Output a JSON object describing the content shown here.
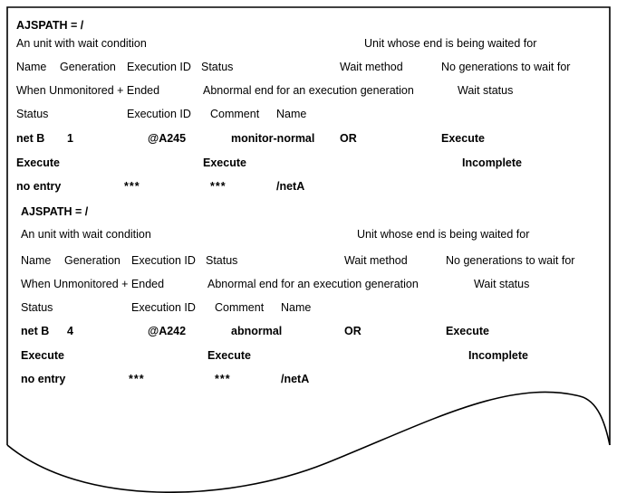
{
  "document": {
    "shape": "torn-page-with-wavy-bottom-edge",
    "border_color": "#000000",
    "background_color": "#ffffff",
    "text_color": "#000000"
  },
  "blocks": [
    {
      "id": "block-1",
      "ajspath_label": "AJSPATH = /",
      "section_headings": {
        "left": "An unit with wait condition",
        "right": "Unit whose end is being waited for"
      },
      "column_headers_line1": [
        "Name",
        "Generation",
        "Execution ID",
        "Status",
        "Wait method",
        "No generations to wait for"
      ],
      "column_headers_line2": [
        "When Unmonitored + Ended",
        "Abnormal end for an execution generation",
        "Wait status"
      ],
      "column_headers_line3": [
        "Status",
        "Execution ID",
        "Comment",
        "Name"
      ],
      "data_line1": [
        "net B",
        "1",
        "@A245",
        "monitor-normal",
        "OR",
        "Execute"
      ],
      "data_line2": [
        "Execute",
        "Execute",
        "Incomplete"
      ],
      "data_line3": [
        "no entry",
        "***",
        "***",
        "/netA"
      ]
    },
    {
      "id": "block-2",
      "ajspath_label": "AJSPATH = /",
      "section_headings": {
        "left": "An unit with wait condition",
        "right": "Unit whose end is being waited for"
      },
      "column_headers_line1": [
        "Name",
        "Generation",
        "Execution ID",
        "Status",
        "Wait method",
        "No generations to wait for"
      ],
      "column_headers_line2": [
        "When Unmonitored + Ended",
        "Abnormal end for an execution generation",
        "Wait status"
      ],
      "column_headers_line3": [
        "Status",
        "Execution ID",
        "Comment",
        "Name"
      ],
      "data_line1": [
        "net B",
        "4",
        "@A242",
        "abnormal",
        "OR",
        "Execute"
      ],
      "data_line2": [
        "Execute",
        "Execute",
        "Incomplete"
      ],
      "data_line3": [
        "no entry",
        "***",
        "***",
        "/netA"
      ]
    }
  ]
}
